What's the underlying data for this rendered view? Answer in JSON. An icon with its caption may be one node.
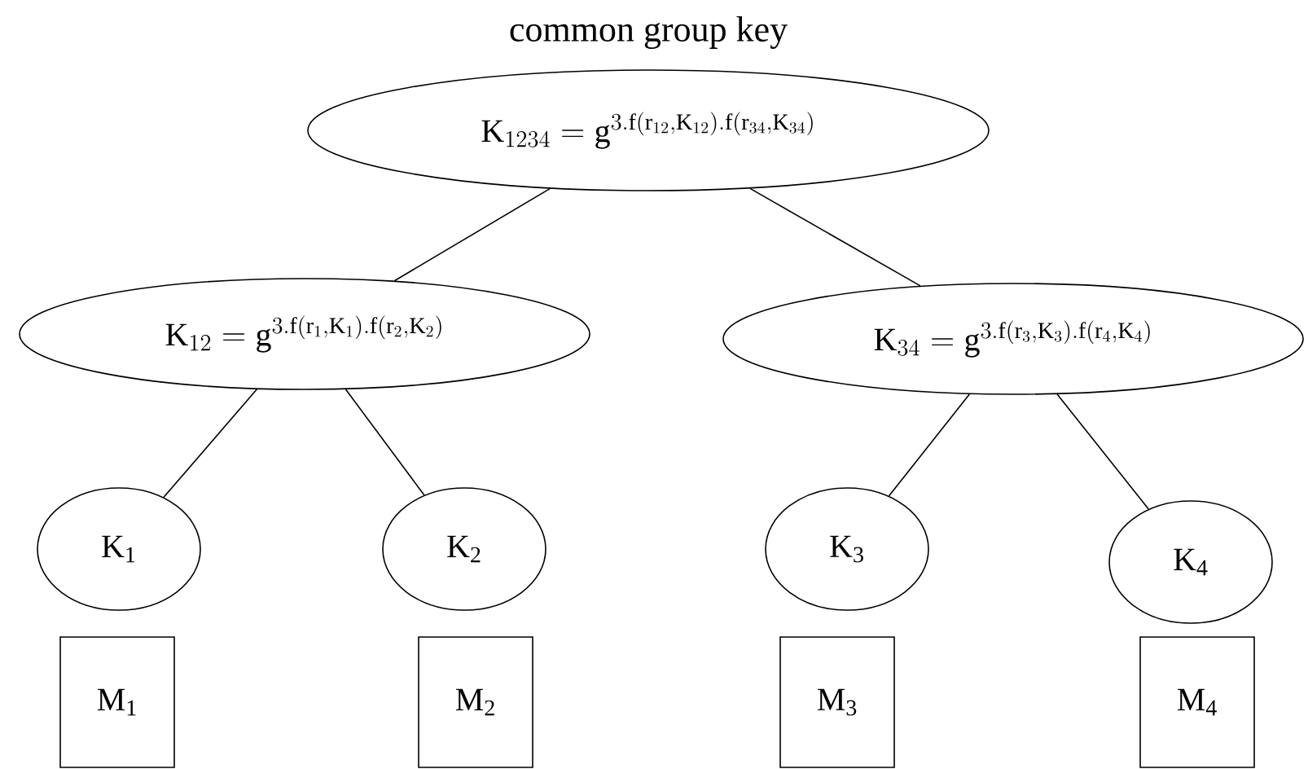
{
  "diagram": {
    "title": "common group key",
    "nodes": [
      {
        "text": [
          "\\mathrm{K}_{1234} = \\mathrm{g}^{3.\\mathrm{f}(\\mathrm{r}_{12},\\mathrm{K}_{12}).\\mathrm{f}(\\mathrm{r}_{34},\\mathrm{K}_{34})}"
        ]
      },
      {
        "text": [
          "\\mathrm{K}_{12} = \\mathrm{g}^{3.\\mathrm{f}(\\mathrm{r}_{1},\\mathrm{K}_{1}).\\mathrm{f}(\\mathrm{r}_{2},\\mathrm{K}_{2})}"
        ]
      },
      {
        "text": [
          "\\mathrm{K}_{34} = \\mathrm{g}^{3.\\mathrm{f}(\\mathrm{r}_{3},\\mathrm{K}_{3}).\\mathrm{f}(\\mathrm{r}_{4},\\mathrm{K}_{4})}"
        ]
      },
      {
        "text": [
          "K$_{1}$"
        ]
      },
      {
        "text": [
          "K$_{2}$"
        ]
      },
      {
        "text": [
          "K$_{3}$"
        ]
      },
      {
        "text": [
          "K$_{4}$"
        ]
      },
      {
        "text": [
          "M$_{1}$"
        ]
      },
      {
        "text": [
          "M$_{2}$"
        ]
      },
      {
        "text": [
          "M$_{3}$"
        ]
      },
      {
        "text": [
          "M$_{4}$"
        ]
      }
    ],
    "edges": [
      {
        "from": 0,
        "to": 1,
        "arrow": "none"
      },
      {
        "from": 0,
        "to": 2,
        "arrow": "none"
      },
      {
        "from": 1,
        "to": 3,
        "arrow": "none"
      },
      {
        "from": 1,
        "to": 4,
        "arrow": "none"
      },
      {
        "from": 2,
        "to": 5,
        "arrow": "none"
      },
      {
        "from": 2,
        "to": 6,
        "arrow": "none"
      }
    ]
  }
}
